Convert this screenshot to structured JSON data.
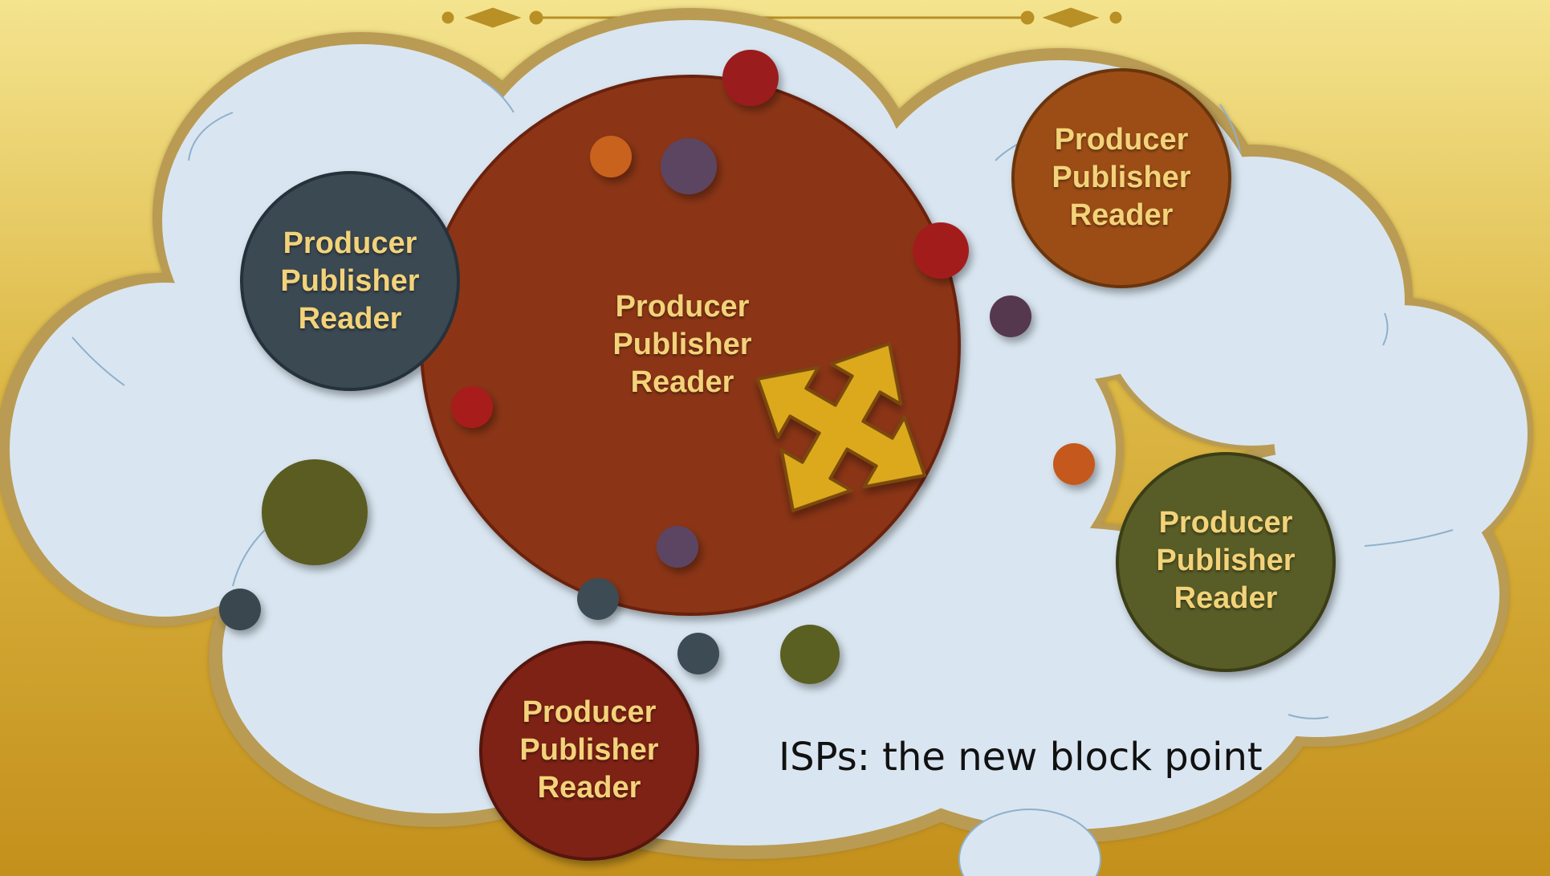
{
  "colors": {
    "background_top": "#f3e28c",
    "background_bottom": "#c8961c",
    "cloud_fill": "#d9e6f1",
    "cloud_border": "#b99b52",
    "label_text": "#f3d37a",
    "arrow": "#dca91f"
  },
  "nodes": [
    {
      "name": "central-node",
      "color": "#8b3418",
      "label": [
        "Producer",
        "Publisher",
        "Reader"
      ]
    },
    {
      "name": "slate-node",
      "color": "#3b4a52",
      "label": [
        "Producer",
        "Publisher",
        "Reader"
      ]
    },
    {
      "name": "orange-node",
      "color": "#9c4e14",
      "label": [
        "Producer",
        "Publisher",
        "Reader"
      ]
    },
    {
      "name": "olive-node",
      "color": "#585c25",
      "label": [
        "Producer",
        "Publisher",
        "Reader"
      ]
    },
    {
      "name": "crimson-node",
      "color": "#7e2217",
      "label": [
        "Producer",
        "Publisher",
        "Reader"
      ]
    }
  ],
  "bubbles": [
    {
      "color": "#9a1f1f"
    },
    {
      "color": "#c8621e"
    },
    {
      "color": "#5b4460"
    },
    {
      "color": "#a31f1f"
    },
    {
      "color": "#55384e"
    },
    {
      "color": "#a81f1f"
    },
    {
      "color": "#c5581a"
    },
    {
      "color": "#5a5b23"
    },
    {
      "color": "#3a4650"
    },
    {
      "color": "#5b4562"
    },
    {
      "color": "#3e4b54"
    },
    {
      "color": "#3e4b54"
    },
    {
      "color": "#5a5f24"
    }
  ],
  "arrow_icon": "four-way-move-arrow",
  "caption": "ISPs: the new block point"
}
